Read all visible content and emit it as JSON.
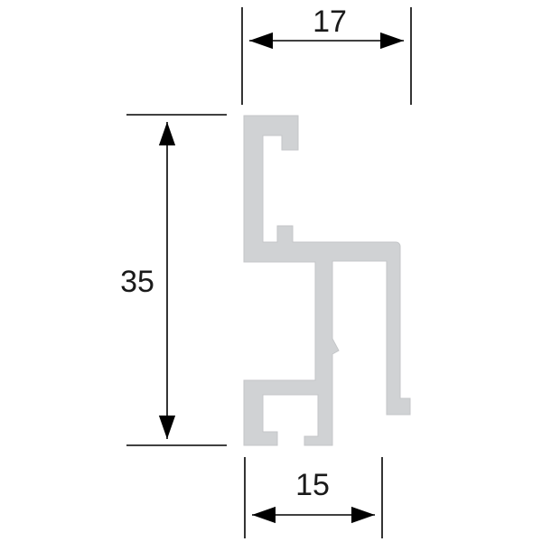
{
  "dimensions": {
    "top_width": "17",
    "height": "35",
    "bottom_width": "15"
  },
  "colors": {
    "profile_fill": "#d0d2d4",
    "line": "#000000",
    "text": "#1a1a1a"
  }
}
